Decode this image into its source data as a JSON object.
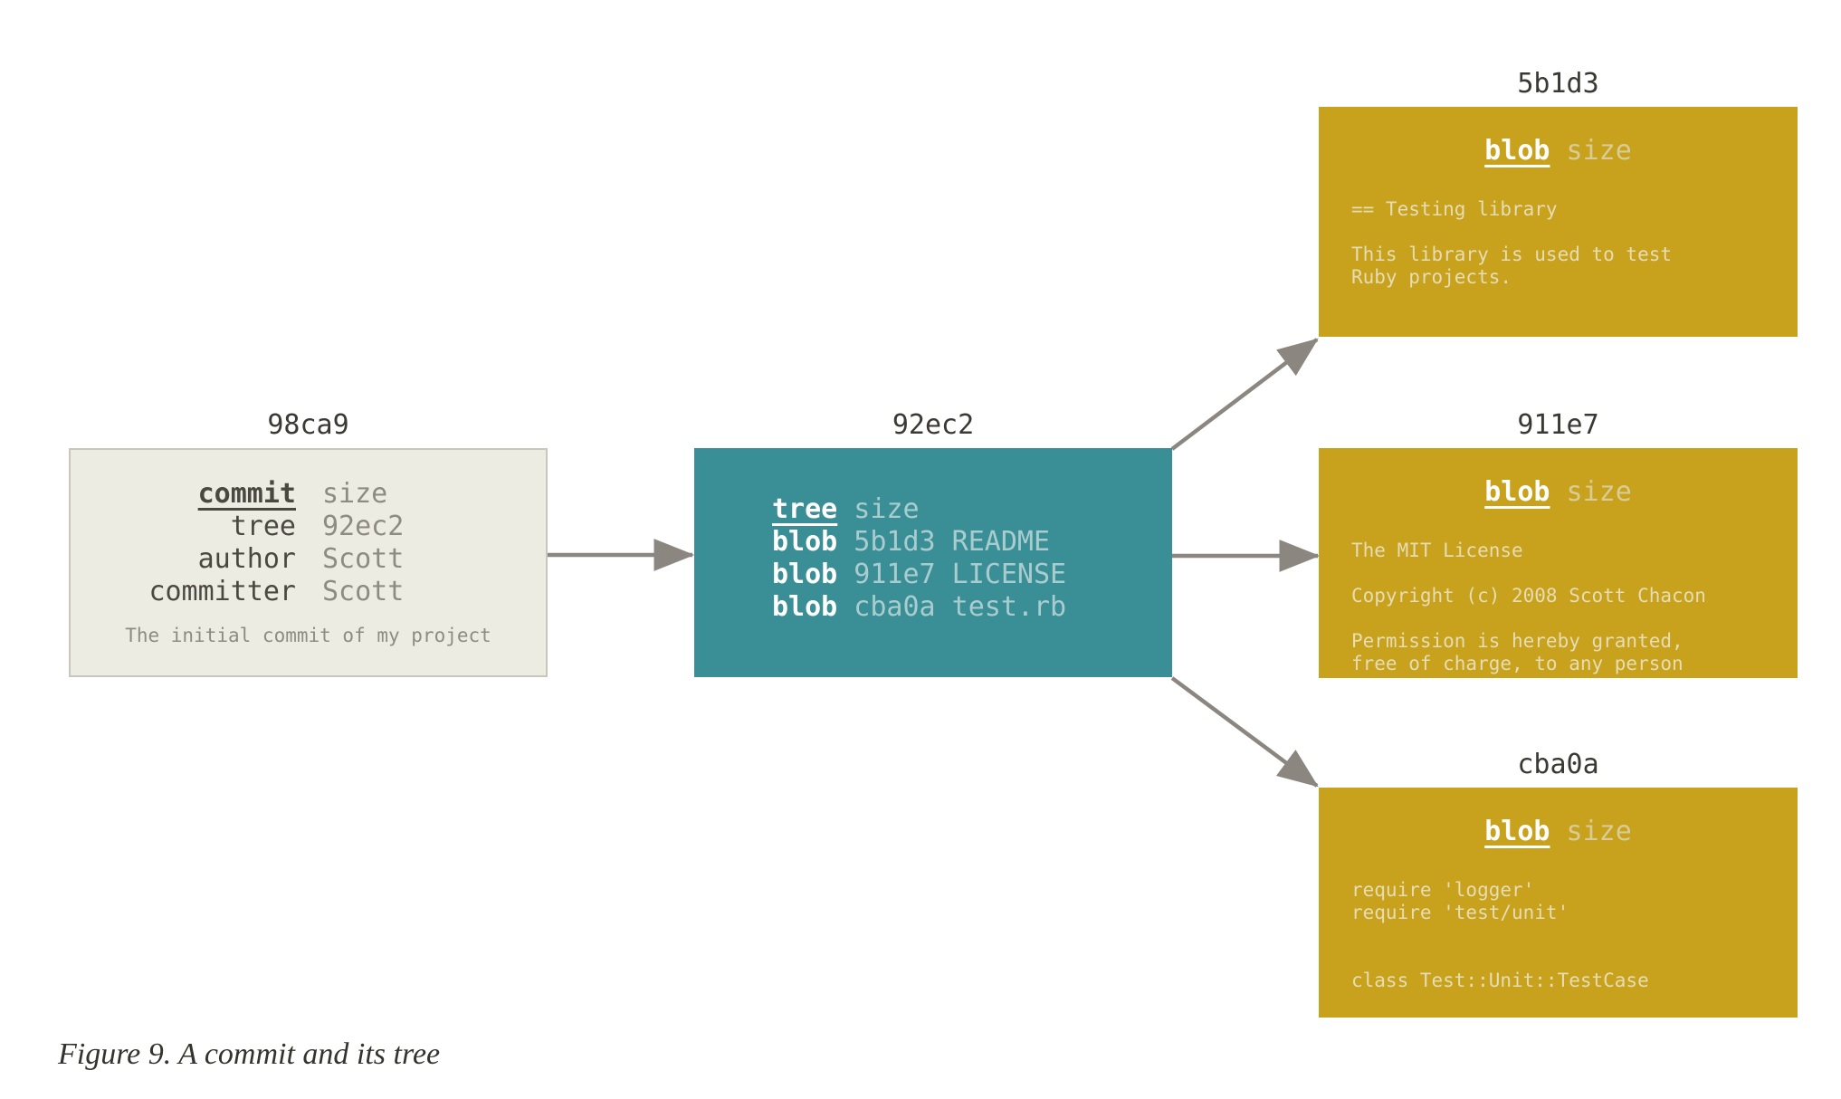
{
  "caption": "Figure 9. A commit and its tree",
  "colors": {
    "background": "#ffffff",
    "commit_box": "#edece3",
    "tree_box": "#3a8e96",
    "blob_box": "#c8a11d",
    "arrow": "#8b8680",
    "label_text": "#3a3933"
  },
  "nodes": {
    "commit": {
      "hash": "98ca9",
      "rows": [
        {
          "key": "commit",
          "value": "size"
        },
        {
          "key": "tree",
          "value": "92ec2"
        },
        {
          "key": "author",
          "value": "Scott"
        },
        {
          "key": "committer",
          "value": "Scott"
        }
      ],
      "message": "The initial commit of my project"
    },
    "tree": {
      "hash": "92ec2",
      "rows": [
        {
          "key": "tree",
          "rest": " size"
        },
        {
          "key": "blob",
          "rest": " 5b1d3 README"
        },
        {
          "key": "blob",
          "rest": " 911e7 LICENSE"
        },
        {
          "key": "blob",
          "rest": " cba0a test.rb"
        }
      ]
    },
    "blobs": [
      {
        "hash": "5b1d3",
        "type": "blob",
        "size_label": " size",
        "body": "== Testing library\n\nThis library is used to test\nRuby projects."
      },
      {
        "hash": "911e7",
        "type": "blob",
        "size_label": " size",
        "body": "The MIT License\n\nCopyright (c) 2008 Scott Chacon\n\nPermission is hereby granted,\nfree of charge, to any person"
      },
      {
        "hash": "cba0a",
        "type": "blob",
        "size_label": " size",
        "body": "require 'logger'\nrequire 'test/unit'\n\n\nclass Test::Unit::TestCase"
      }
    ]
  }
}
